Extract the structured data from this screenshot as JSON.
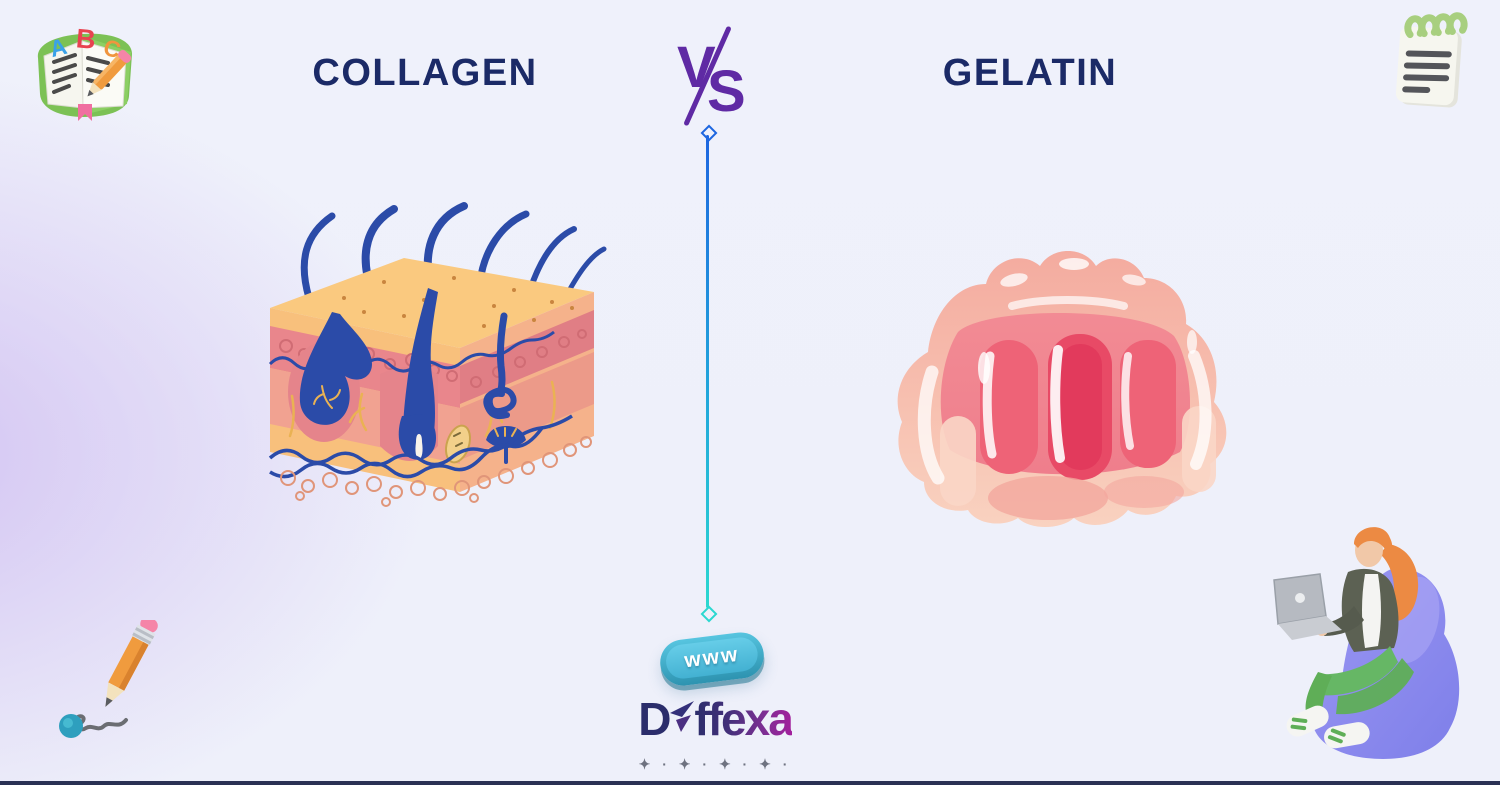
{
  "canvas": {
    "bg_base": "#eff1fb",
    "bg_accent": "#d2c2f2",
    "bottom_bar_color": "#2a3154"
  },
  "header": {
    "left_title": "COLLAGEN",
    "right_title": "GELATIN",
    "title_color": "#1b2a67",
    "vs": {
      "v": "V",
      "s": "S",
      "color": "#5f2aa4"
    }
  },
  "divider": {
    "top_color": "#1d66e0",
    "bottom_color": "#2bd8d0"
  },
  "www_badge": {
    "label": "www",
    "teal": "#3aa9c6"
  },
  "brand": {
    "prefix": "D",
    "suffix": "ffexa",
    "navy": "#2b2d6b",
    "purple": "#7b2f93",
    "magenta": "#a21f9c"
  },
  "footer": {
    "stars": "✦ · ✦ · ✦ · ✦ ·",
    "stars_color": "#6e7280"
  },
  "icons": {
    "top_left": "open-book-abc-icon",
    "top_right": "spiral-notepad-icon",
    "bottom_left": "pencil-scribble-icon",
    "bottom_right": "person-on-beanbag-laptop-icon"
  },
  "illustrations": {
    "left": "skin cross-section with collagen fibers and hair follicles",
    "left_colors": {
      "hair": "#2b4ba8",
      "epidermis": "#fac97f",
      "dermis": "#f0a090"
    },
    "right": "pink gelatin jelly dessert",
    "right_colors": {
      "light": "#f7c3b4",
      "deep": "#e84a66"
    }
  }
}
